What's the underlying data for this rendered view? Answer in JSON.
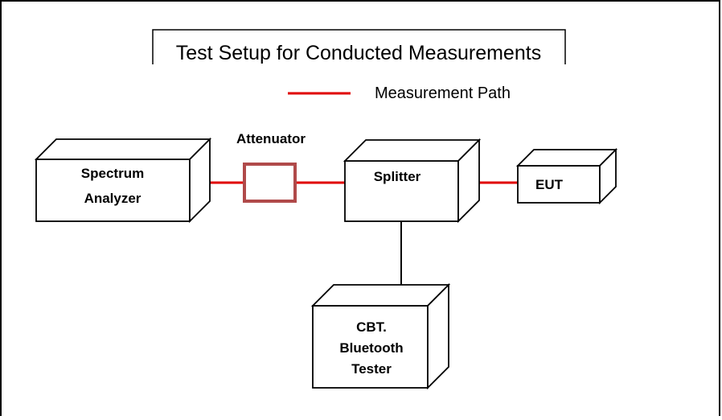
{
  "title": "Test Setup for Conducted Measurements",
  "legend": {
    "label": "Measurement Path",
    "color": "#e00000"
  },
  "blocks": {
    "spectrum_analyzer": [
      "Spectrum",
      "Analyzer"
    ],
    "attenuator": "Attenuator",
    "splitter": "Splitter",
    "eut": "EUT",
    "cbt": [
      "CBT.",
      "Bluetooth",
      "Tester"
    ]
  },
  "colors": {
    "measurement_path": "#e00000",
    "attenuator_border": "#b04a4a",
    "connection_line": "#000000"
  }
}
